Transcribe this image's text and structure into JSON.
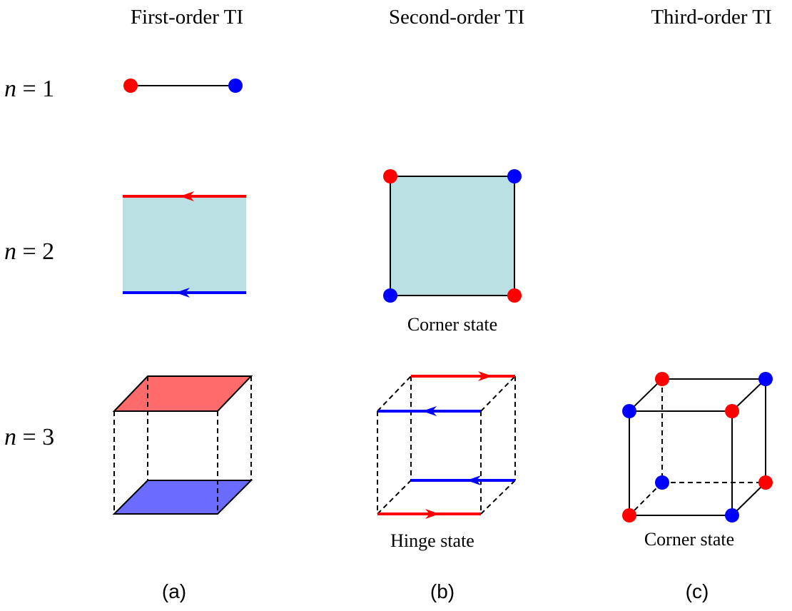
{
  "columns": {
    "first": "First-order TI",
    "second": "Second-order TI",
    "third": "Third-order TI"
  },
  "rows": {
    "n1": {
      "var": "n",
      "rest": " = 1"
    },
    "n2": {
      "var": "n",
      "rest": " = 2"
    },
    "n3": {
      "var": "n",
      "rest": " = 3"
    }
  },
  "captions": {
    "corner_2d": "Corner state",
    "hinge": "Hinge state",
    "corner_3d": "Corner state"
  },
  "panels": {
    "a": "(a)",
    "b": "(b)",
    "c": "(c)"
  },
  "colors": {
    "red": "#ff0000",
    "blue": "#0000ff",
    "bulk_fill": "#bbe0e3",
    "top_face": "#ff6b6b",
    "bottom_face": "#6b6bff"
  }
}
